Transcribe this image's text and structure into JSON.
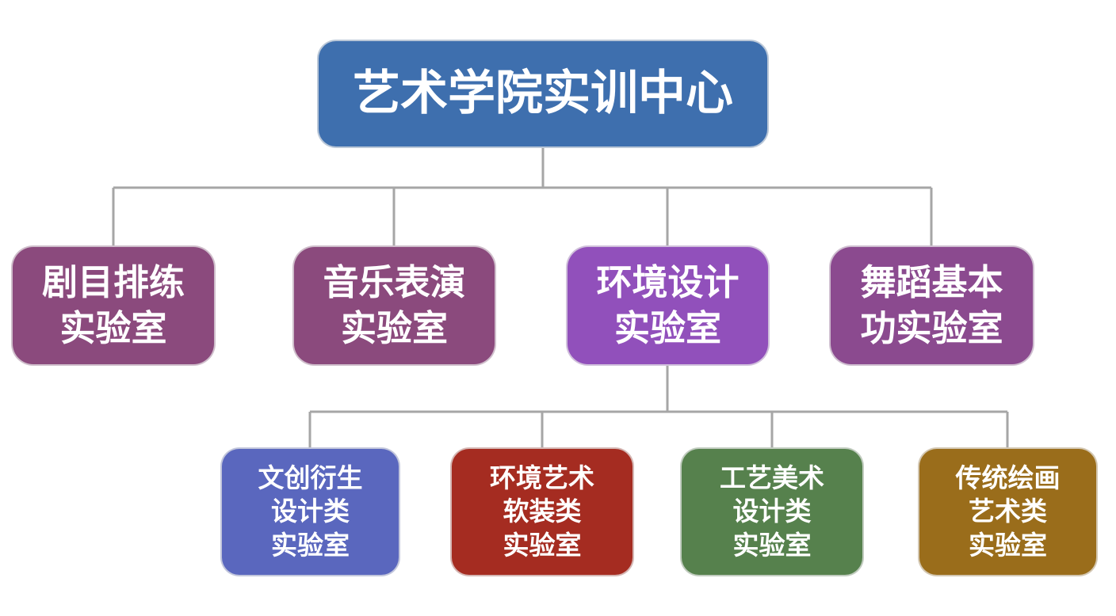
{
  "diagram": {
    "title": "艺术学院实训中心",
    "connector_color": "#a6a6a6",
    "root": {
      "label": "艺术学院实训中心",
      "color": "#3E6FAE"
    },
    "level2": [
      {
        "label": "剧目排练\n实验室",
        "color": "#8B4A7D"
      },
      {
        "label": "音乐表演\n实验室",
        "color": "#8B4A7D"
      },
      {
        "label": "环境设计\n实验室",
        "color": "#9150BB"
      },
      {
        "label": "舞蹈基本\n功实验室",
        "color": "#8B4A8F"
      }
    ],
    "level3": [
      {
        "label": "文创衍生\n设计类\n实验室",
        "color": "#5A67BE"
      },
      {
        "label": "环境艺术\n软装类\n实验室",
        "color": "#A52C21"
      },
      {
        "label": "工艺美术\n设计类\n实验室",
        "color": "#56814D"
      },
      {
        "label": "传统绘画\n艺术类\n实验室",
        "color": "#9A6D1B"
      }
    ]
  }
}
